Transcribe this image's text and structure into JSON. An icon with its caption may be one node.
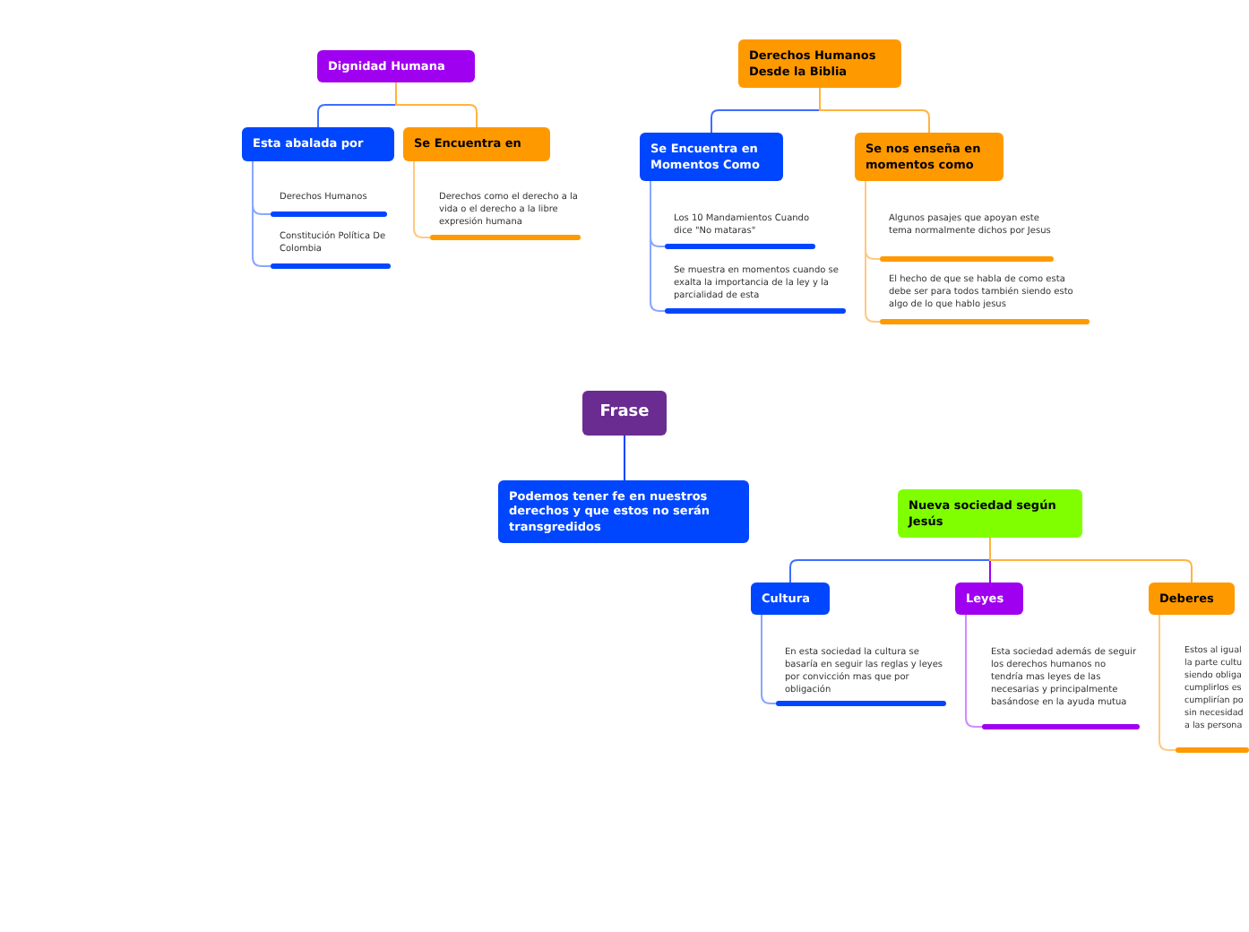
{
  "diagram": {
    "nodes": [
      {
        "text": [
          "Dignidad Humana"
        ]
      },
      {
        "text": [
          "Esta abalada por"
        ]
      },
      {
        "text": [
          "Se Encuentra en"
        ]
      },
      {
        "text": [
          "Derechos Humanos"
        ]
      },
      {
        "text": [
          "Constitución Política De Colombia"
        ]
      },
      {
        "text": [
          "Derechos como el derecho a la vida o el derecho a la libre expresión humana"
        ]
      },
      {
        "text": [
          "Derechos Humanos Desde la Biblia"
        ]
      },
      {
        "text": [
          "Se Encuentra en Momentos Como"
        ]
      },
      {
        "text": [
          "Se nos enseña en momentos como"
        ]
      },
      {
        "text": [
          "Los 10 Mandamientos Cuando dice \"No mataras\""
        ]
      },
      {
        "text": [
          "Se muestra en momentos cuando se exalta la importancia de la ley y la parcialidad de esta"
        ]
      },
      {
        "text": [
          "Algunos pasajes que apoyan este tema normalmente dichos por Jesus"
        ]
      },
      {
        "text": [
          "El hecho de que se habla de como esta debe ser para todos también siendo esto algo de lo que hablo jesus"
        ]
      },
      {
        "text": [
          "Frase"
        ]
      },
      {
        "text": [
          "Podemos tener fe en nuestros derechos y que estos no serán transgredidos"
        ]
      },
      {
        "text": [
          "Nueva sociedad según Jesús"
        ]
      },
      {
        "text": [
          "Cultura"
        ]
      },
      {
        "text": [
          "Leyes"
        ]
      },
      {
        "text": [
          "Deberes"
        ]
      },
      {
        "text": [
          "En esta sociedad la cultura se basaría en seguir las reglas y leyes por convicción mas que por obligación"
        ]
      },
      {
        "text": [
          "Esta sociedad además de seguir los derechos humanos no tendría mas leyes de las necesarias y principalmente basándose en la ayuda mutua"
        ]
      },
      {
        "text": [
          "Estos al igual la parte cultu siendo obliga cumplirlos es cumplirían po sin necesidad a las persona"
        ]
      }
    ],
    "edges": [
      {
        "from": 0,
        "to": 1,
        "arrow": "none",
        "color": "#3f6dff"
      },
      {
        "from": 0,
        "to": 2,
        "arrow": "none",
        "color": "#ffb340"
      },
      {
        "from": 1,
        "to": 3,
        "arrow": "none",
        "color": "#8aa6ff"
      },
      {
        "from": 1,
        "to": 4,
        "arrow": "none",
        "color": "#8aa6ff"
      },
      {
        "from": 2,
        "to": 5,
        "arrow": "none",
        "color": "#ffc980"
      },
      {
        "from": 6,
        "to": 7,
        "arrow": "none",
        "color": "#3f6dff"
      },
      {
        "from": 6,
        "to": 8,
        "arrow": "none",
        "color": "#ffb340"
      },
      {
        "from": 7,
        "to": 9,
        "arrow": "none",
        "color": "#8aa6ff"
      },
      {
        "from": 7,
        "to": 10,
        "arrow": "none",
        "color": "#8aa6ff"
      },
      {
        "from": 8,
        "to": 11,
        "arrow": "none",
        "color": "#ffc980"
      },
      {
        "from": 8,
        "to": 12,
        "arrow": "none",
        "color": "#ffc980"
      },
      {
        "from": 13,
        "to": 14,
        "arrow": "none",
        "color": "#0046ff"
      },
      {
        "from": 15,
        "to": 16,
        "arrow": "none",
        "color": "#3f6dff"
      },
      {
        "from": 15,
        "to": 17,
        "arrow": "none",
        "color": "#a000f0"
      },
      {
        "from": 15,
        "to": 18,
        "arrow": "none",
        "color": "#ffb340"
      },
      {
        "from": 16,
        "to": 19,
        "arrow": "none",
        "color": "#8aa6ff"
      },
      {
        "from": 17,
        "to": 20,
        "arrow": "none",
        "color": "#d08aff"
      },
      {
        "from": 18,
        "to": 21,
        "arrow": "none",
        "color": "#ffc980"
      }
    ]
  }
}
